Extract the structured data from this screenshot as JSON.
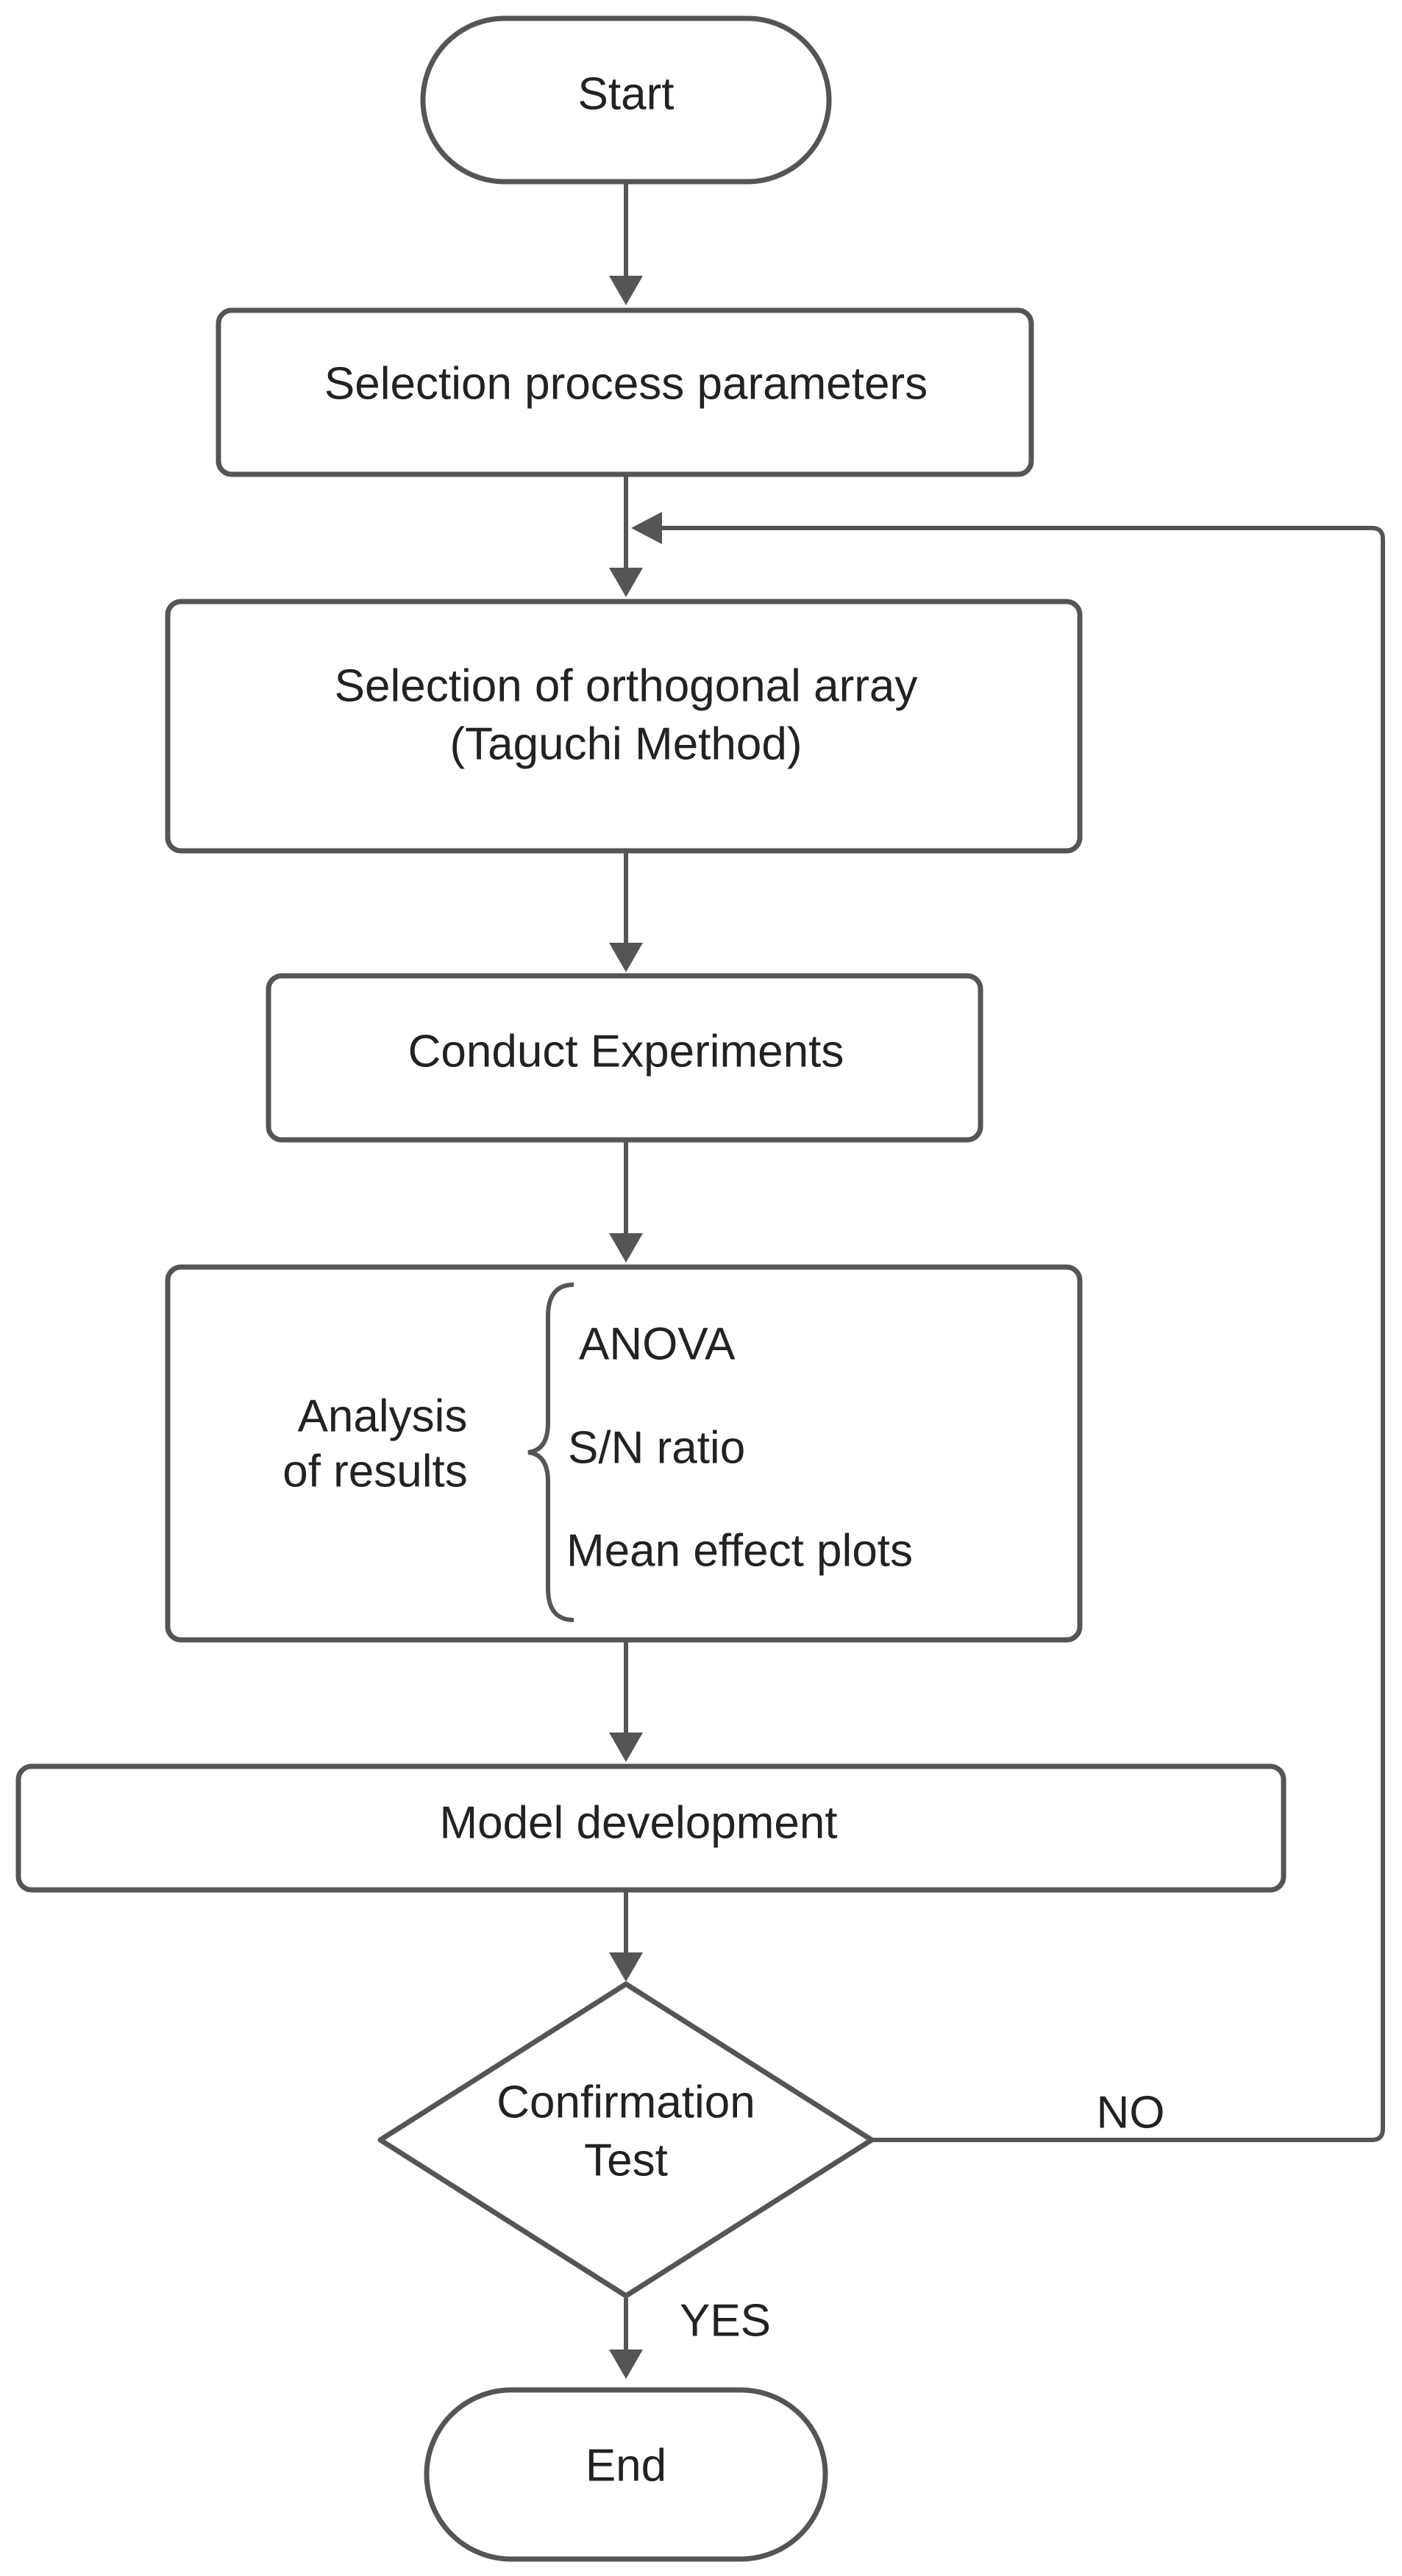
{
  "flowchart": {
    "start": "Start",
    "selection_process_parameters": "Selection process parameters",
    "orthogonal_array": {
      "line1": "Selection of orthogonal array",
      "line2": "(Taguchi Method)"
    },
    "conduct_experiments": "Conduct Experiments",
    "analysis": {
      "label_line1": "Analysis",
      "label_line2": "of results",
      "items": [
        "ANOVA",
        "S/N ratio",
        "Mean effect plots"
      ]
    },
    "model_development": "Model development",
    "confirmation_test": {
      "line1": "Confirmation",
      "line2": "Test"
    },
    "no_label": "NO",
    "yes_label": "YES",
    "end": "End"
  },
  "colors": {
    "stroke": "#555555",
    "text": "#222222",
    "background": "#ffffff"
  }
}
